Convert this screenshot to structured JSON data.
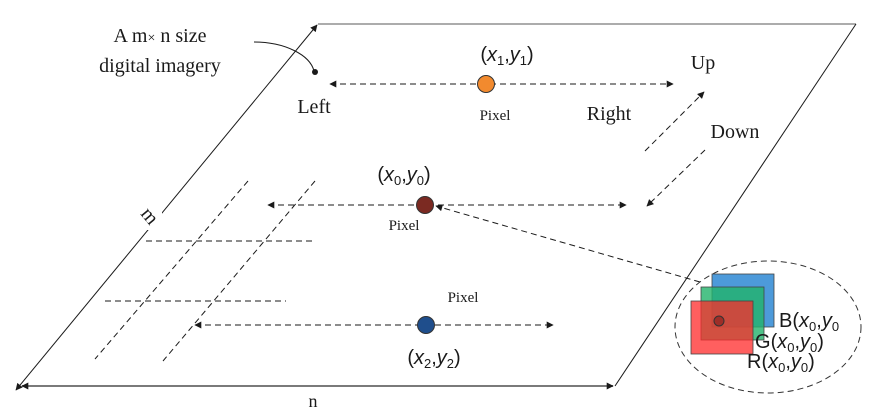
{
  "title_annotation": {
    "line1": "A m",
    "times": "×",
    "line1_rest": " n size",
    "line2": "digital imagery"
  },
  "directions": {
    "left": "Left",
    "right": "Right",
    "up": "Up",
    "down": "Down"
  },
  "axes": {
    "m": "m",
    "n": "n"
  },
  "pixels": [
    {
      "id": "p1",
      "label": "Pixel",
      "coord_open": "(",
      "x_var": "x",
      "x_sub": "1",
      "sep": ",",
      "y_var": "y",
      "y_sub": "1",
      "coord_close": ")",
      "color": "#f28a2e"
    },
    {
      "id": "p0",
      "label": "Pixel",
      "coord_open": "(",
      "x_var": "x",
      "x_sub": "0",
      "sep": ",",
      "y_var": "y",
      "y_sub": "0",
      "coord_close": ")",
      "color": "#7b2a22"
    },
    {
      "id": "p2",
      "label": "Pixel",
      "coord_open": "(",
      "x_var": "x",
      "x_sub": "2",
      "sep": ",",
      "y_var": "y",
      "y_sub": "2",
      "coord_close": ")",
      "color": "#1f4e8c"
    }
  ],
  "channels": [
    {
      "name": "B",
      "sub": "0",
      "color": "#3a8fd6"
    },
    {
      "name": "G",
      "sub": "0",
      "color": "#22b36a"
    },
    {
      "name": "R",
      "sub": "0",
      "color": "#ff2a2a"
    }
  ],
  "colors": {
    "line": "#1a1a1a",
    "frame_gray": "#7a7a7a",
    "ellipse": "#333333"
  }
}
